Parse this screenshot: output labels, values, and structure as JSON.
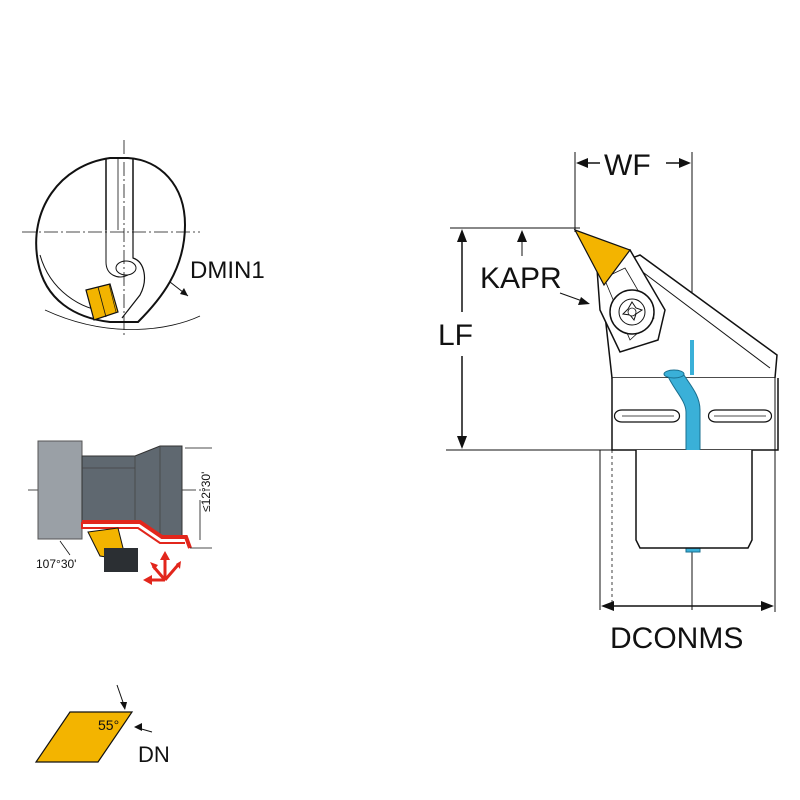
{
  "labels": {
    "dmin1": "DMIN1",
    "wf": "WF",
    "kapr": "KAPR",
    "lf": "LF",
    "dconms": "DCONMS",
    "dn": "DN",
    "angle_55": "55°",
    "angle_107": "107°30'",
    "angle_12": "≤12°30'"
  },
  "colors": {
    "insert": "#f3b400",
    "body": "#5f6870",
    "body_light": "#9aa0a6",
    "coolant": "#3ab0d8",
    "red": "#e2261c",
    "line": "#111111"
  }
}
